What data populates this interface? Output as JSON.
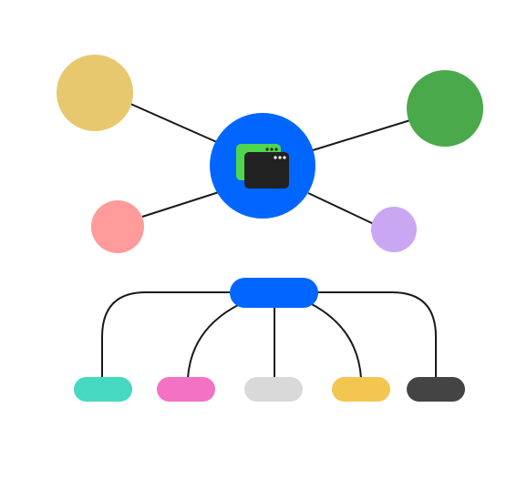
{
  "diagram": {
    "hub": {
      "color": "#0066ff",
      "icon": "app-windows-icon",
      "back_window_color": "#4fd64a",
      "front_window_color": "#222222"
    },
    "satellites": [
      {
        "name": "satellite-top-left",
        "color": "#e8c86f"
      },
      {
        "name": "satellite-top-right",
        "color": "#4aa94b"
      },
      {
        "name": "satellite-bottom-left",
        "color": "#ff9b9b"
      },
      {
        "name": "satellite-bottom-right",
        "color": "#c9a7f2"
      }
    ],
    "tree_root": {
      "color": "#0066ff"
    },
    "leaves": [
      {
        "name": "leaf-teal",
        "color": "#46d8c0"
      },
      {
        "name": "leaf-pink",
        "color": "#f472c4"
      },
      {
        "name": "leaf-gray",
        "color": "#d9d9d9"
      },
      {
        "name": "leaf-yellow",
        "color": "#f2c650"
      },
      {
        "name": "leaf-dark",
        "color": "#444444"
      }
    ],
    "connector_color": "#1a1a1a"
  }
}
